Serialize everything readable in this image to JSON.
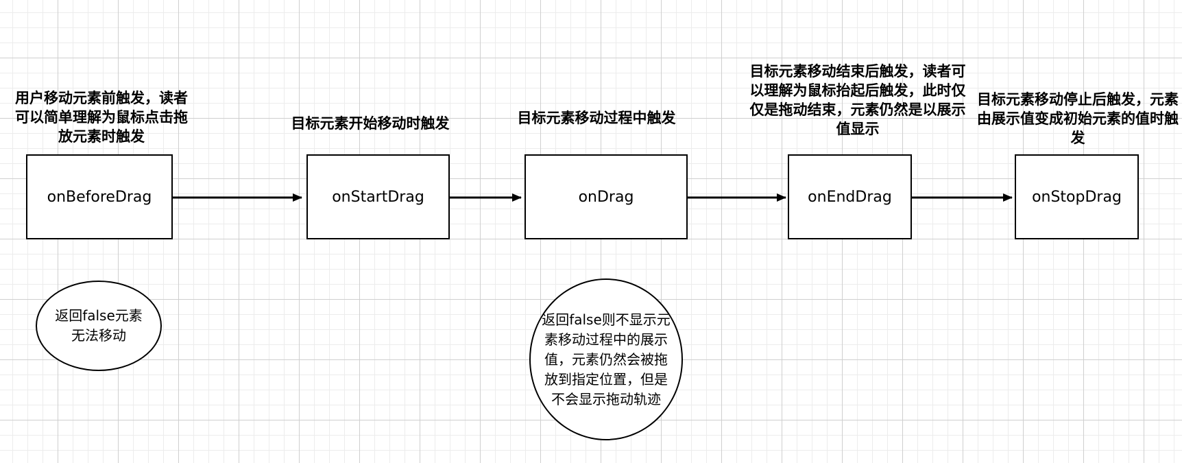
{
  "nodes": [
    {
      "label": "onBeforeDrag",
      "caption": "用户移动元素前触发，读者可以简单理解为鼠标点击拖放元素时触发"
    },
    {
      "label": "onStartDrag",
      "caption": "目标元素开始移动时触发"
    },
    {
      "label": "onDrag",
      "caption": "目标元素移动过程中触发"
    },
    {
      "label": "onEndDrag",
      "caption": "目标元素移动结束后触发，读者可以理解为鼠标抬起后触发，此时仅仅是拖动结束，元素仍然是以展示值显示"
    },
    {
      "label": "onStopDrag",
      "caption": "目标元素移动停止后触发，元素由展示值变成初始元素的值时触发"
    }
  ],
  "notes": [
    {
      "text": "返回false元素无法移动"
    },
    {
      "text": "返回false则不显示元素移动过程中的展示值，元素仍然会被拖放到指定位置，但是不会显示拖动轨迹"
    }
  ]
}
